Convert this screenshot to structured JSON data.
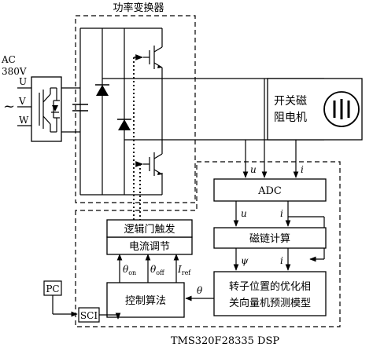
{
  "title_converter": "功率变换器",
  "ac_source": {
    "label": "AC",
    "voltage": "380V",
    "phases": [
      "U",
      "V",
      "W"
    ],
    "tilde": "~"
  },
  "motor": {
    "line1": "开关磁",
    "line2": "阻电机"
  },
  "adc_box": "ADC",
  "flux_box": "磁链计算",
  "logic_box": "逻辑门触发",
  "current_box": "电流调节",
  "control_box": "控制算法",
  "optimize_box": {
    "line1": "转子位置的优化相",
    "line2": "关向量机预测模型"
  },
  "pc_box": "PC",
  "sci_box": "SCI",
  "dsp_label": "TMS320F28335 DSP",
  "signals": {
    "u": "u",
    "i": "i",
    "psi": "ψ",
    "theta": "θ",
    "theta_on": "θ",
    "on": "on",
    "theta_off": "θ",
    "off": "off",
    "i_ref": "I",
    "ref": "ref"
  }
}
